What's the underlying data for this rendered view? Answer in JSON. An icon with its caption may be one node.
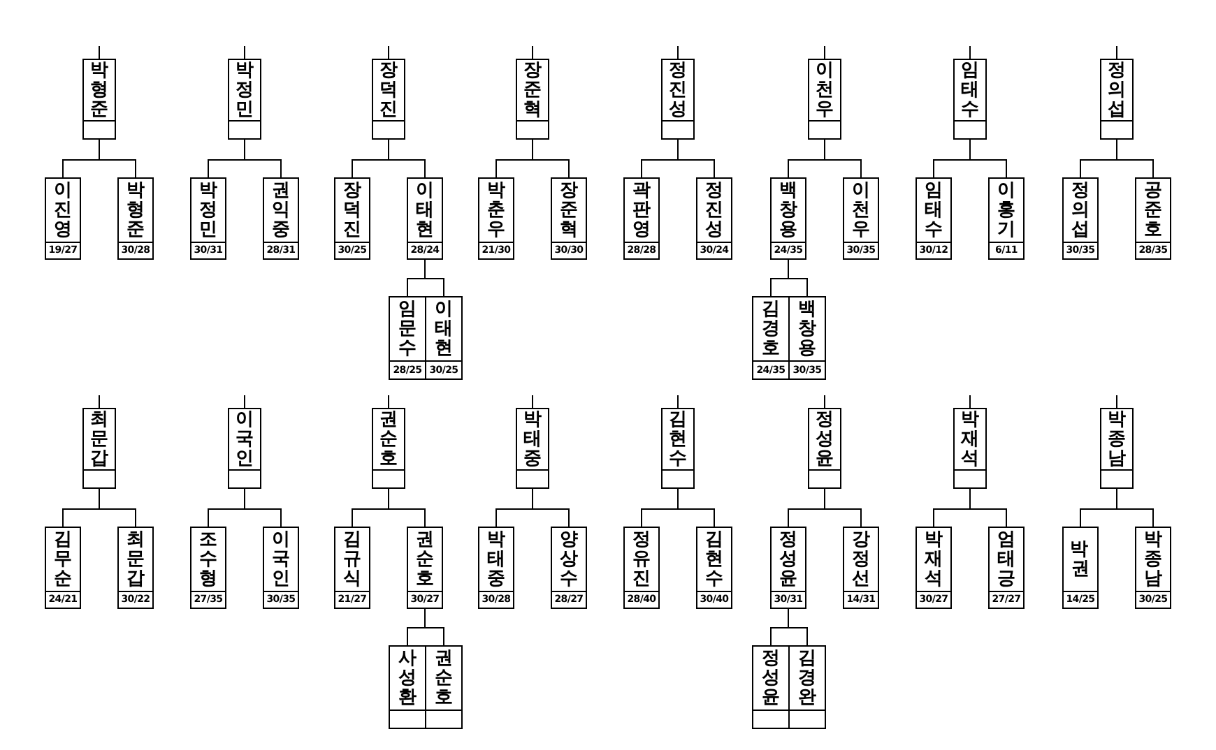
{
  "diagram": {
    "nodes": [
      {
        "text": [
          "박형준"
        ]
      },
      {
        "text": [
          "이진영",
          "19/27"
        ]
      },
      {
        "text": [
          "박형준",
          "30/28"
        ]
      },
      {
        "text": [
          "박정민"
        ]
      },
      {
        "text": [
          "박정민",
          "30/31"
        ]
      },
      {
        "text": [
          "권익중",
          "28/31"
        ]
      },
      {
        "text": [
          "장덕진"
        ]
      },
      {
        "text": [
          "장덕진",
          "30/25"
        ]
      },
      {
        "text": [
          "이태현",
          "28/24"
        ]
      },
      {
        "text": [
          "임문수",
          "28/25"
        ]
      },
      {
        "text": [
          "이태현",
          "30/25"
        ]
      },
      {
        "text": [
          "장준혁"
        ]
      },
      {
        "text": [
          "박춘우",
          "21/30"
        ]
      },
      {
        "text": [
          "장준혁",
          "30/30"
        ]
      },
      {
        "text": [
          "정진성"
        ]
      },
      {
        "text": [
          "곽판영",
          "28/28"
        ]
      },
      {
        "text": [
          "정진성",
          "30/24"
        ]
      },
      {
        "text": [
          "이천우"
        ]
      },
      {
        "text": [
          "백창용",
          "24/35"
        ]
      },
      {
        "text": [
          "이천우",
          "30/35"
        ]
      },
      {
        "text": [
          "김경호",
          "24/35"
        ]
      },
      {
        "text": [
          "백창용",
          "30/35"
        ]
      },
      {
        "text": [
          "임태수"
        ]
      },
      {
        "text": [
          "임태수",
          "30/12"
        ]
      },
      {
        "text": [
          "이홍기",
          "6/11"
        ]
      },
      {
        "text": [
          "정의섭"
        ]
      },
      {
        "text": [
          "정의섭",
          "30/35"
        ]
      },
      {
        "text": [
          "공준호",
          "28/35"
        ]
      },
      {
        "text": [
          "최문갑"
        ]
      },
      {
        "text": [
          "김무순",
          "24/21"
        ]
      },
      {
        "text": [
          "최문갑",
          "30/22"
        ]
      },
      {
        "text": [
          "이국인"
        ]
      },
      {
        "text": [
          "조수형",
          "27/35"
        ]
      },
      {
        "text": [
          "이국인",
          "30/35"
        ]
      },
      {
        "text": [
          "권순호"
        ]
      },
      {
        "text": [
          "김규식",
          "21/27"
        ]
      },
      {
        "text": [
          "권순호",
          "30/27"
        ]
      },
      {
        "text": [
          "사성환"
        ]
      },
      {
        "text": [
          "권순호"
        ]
      },
      {
        "text": [
          "박태중"
        ]
      },
      {
        "text": [
          "박태중",
          "30/28"
        ]
      },
      {
        "text": [
          "양상수",
          "28/27"
        ]
      },
      {
        "text": [
          "김현수"
        ]
      },
      {
        "text": [
          "정유진",
          "28/40"
        ]
      },
      {
        "text": [
          "김현수",
          "30/40"
        ]
      },
      {
        "text": [
          "정성윤"
        ]
      },
      {
        "text": [
          "정성윤",
          "30/31"
        ]
      },
      {
        "text": [
          "강정선",
          "14/31"
        ]
      },
      {
        "text": [
          "정성윤"
        ]
      },
      {
        "text": [
          "김경완"
        ]
      },
      {
        "text": [
          "박재석"
        ]
      },
      {
        "text": [
          "박재석",
          "30/27"
        ]
      },
      {
        "text": [
          "엄태긍",
          "27/27"
        ]
      },
      {
        "text": [
          "박종남"
        ]
      },
      {
        "text": [
          "박 권",
          "14/25"
        ]
      },
      {
        "text": [
          "박종남",
          "30/25"
        ]
      }
    ],
    "edges": [
      {
        "from": null,
        "to": 0,
        "arrow": "none"
      },
      {
        "from": 0,
        "to": 1,
        "arrow": "none"
      },
      {
        "from": 0,
        "to": 2,
        "arrow": "none"
      },
      {
        "from": null,
        "to": 3,
        "arrow": "none"
      },
      {
        "from": 3,
        "to": 4,
        "arrow": "none"
      },
      {
        "from": 3,
        "to": 5,
        "arrow": "none"
      },
      {
        "from": null,
        "to": 6,
        "arrow": "none"
      },
      {
        "from": 6,
        "to": 7,
        "arrow": "none"
      },
      {
        "from": 6,
        "to": 8,
        "arrow": "none"
      },
      {
        "from": 8,
        "to": 9,
        "arrow": "none"
      },
      {
        "from": 8,
        "to": 10,
        "arrow": "none"
      },
      {
        "from": null,
        "to": 11,
        "arrow": "none"
      },
      {
        "from": 11,
        "to": 12,
        "arrow": "none"
      },
      {
        "from": 11,
        "to": 13,
        "arrow": "none"
      },
      {
        "from": null,
        "to": 14,
        "arrow": "none"
      },
      {
        "from": 14,
        "to": 15,
        "arrow": "none"
      },
      {
        "from": 14,
        "to": 16,
        "arrow": "none"
      },
      {
        "from": null,
        "to": 17,
        "arrow": "none"
      },
      {
        "from": 17,
        "to": 18,
        "arrow": "none"
      },
      {
        "from": 17,
        "to": 19,
        "arrow": "none"
      },
      {
        "from": 18,
        "to": 20,
        "arrow": "none"
      },
      {
        "from": 18,
        "to": 21,
        "arrow": "none"
      },
      {
        "from": null,
        "to": 22,
        "arrow": "none"
      },
      {
        "from": 22,
        "to": 23,
        "arrow": "none"
      },
      {
        "from": 22,
        "to": 24,
        "arrow": "none"
      },
      {
        "from": null,
        "to": 25,
        "arrow": "none"
      },
      {
        "from": 25,
        "to": 26,
        "arrow": "none"
      },
      {
        "from": 25,
        "to": 27,
        "arrow": "none"
      },
      {
        "from": null,
        "to": 28,
        "arrow": "none"
      },
      {
        "from": 28,
        "to": 29,
        "arrow": "none"
      },
      {
        "from": 28,
        "to": 30,
        "arrow": "none"
      },
      {
        "from": null,
        "to": 31,
        "arrow": "none"
      },
      {
        "from": 31,
        "to": 32,
        "arrow": "none"
      },
      {
        "from": 31,
        "to": 33,
        "arrow": "none"
      },
      {
        "from": null,
        "to": 34,
        "arrow": "none"
      },
      {
        "from": 34,
        "to": 35,
        "arrow": "none"
      },
      {
        "from": 34,
        "to": 36,
        "arrow": "none"
      },
      {
        "from": 36,
        "to": 37,
        "arrow": "none"
      },
      {
        "from": 36,
        "to": 38,
        "arrow": "none"
      },
      {
        "from": null,
        "to": 39,
        "arrow": "none"
      },
      {
        "from": 39,
        "to": 40,
        "arrow": "none"
      },
      {
        "from": 39,
        "to": 41,
        "arrow": "none"
      },
      {
        "from": null,
        "to": 42,
        "arrow": "none"
      },
      {
        "from": 42,
        "to": 43,
        "arrow": "none"
      },
      {
        "from": 42,
        "to": 44,
        "arrow": "none"
      },
      {
        "from": null,
        "to": 45,
        "arrow": "none"
      },
      {
        "from": 45,
        "to": 46,
        "arrow": "none"
      },
      {
        "from": 45,
        "to": 47,
        "arrow": "none"
      },
      {
        "from": 46,
        "to": 48,
        "arrow": "none"
      },
      {
        "from": 46,
        "to": 49,
        "arrow": "none"
      },
      {
        "from": null,
        "to": 50,
        "arrow": "none"
      },
      {
        "from": 50,
        "to": 51,
        "arrow": "none"
      },
      {
        "from": 50,
        "to": 52,
        "arrow": "none"
      },
      {
        "from": null,
        "to": 53,
        "arrow": "none"
      },
      {
        "from": 53,
        "to": 54,
        "arrow": "none"
      },
      {
        "from": 53,
        "to": 55,
        "arrow": "none"
      }
    ]
  }
}
